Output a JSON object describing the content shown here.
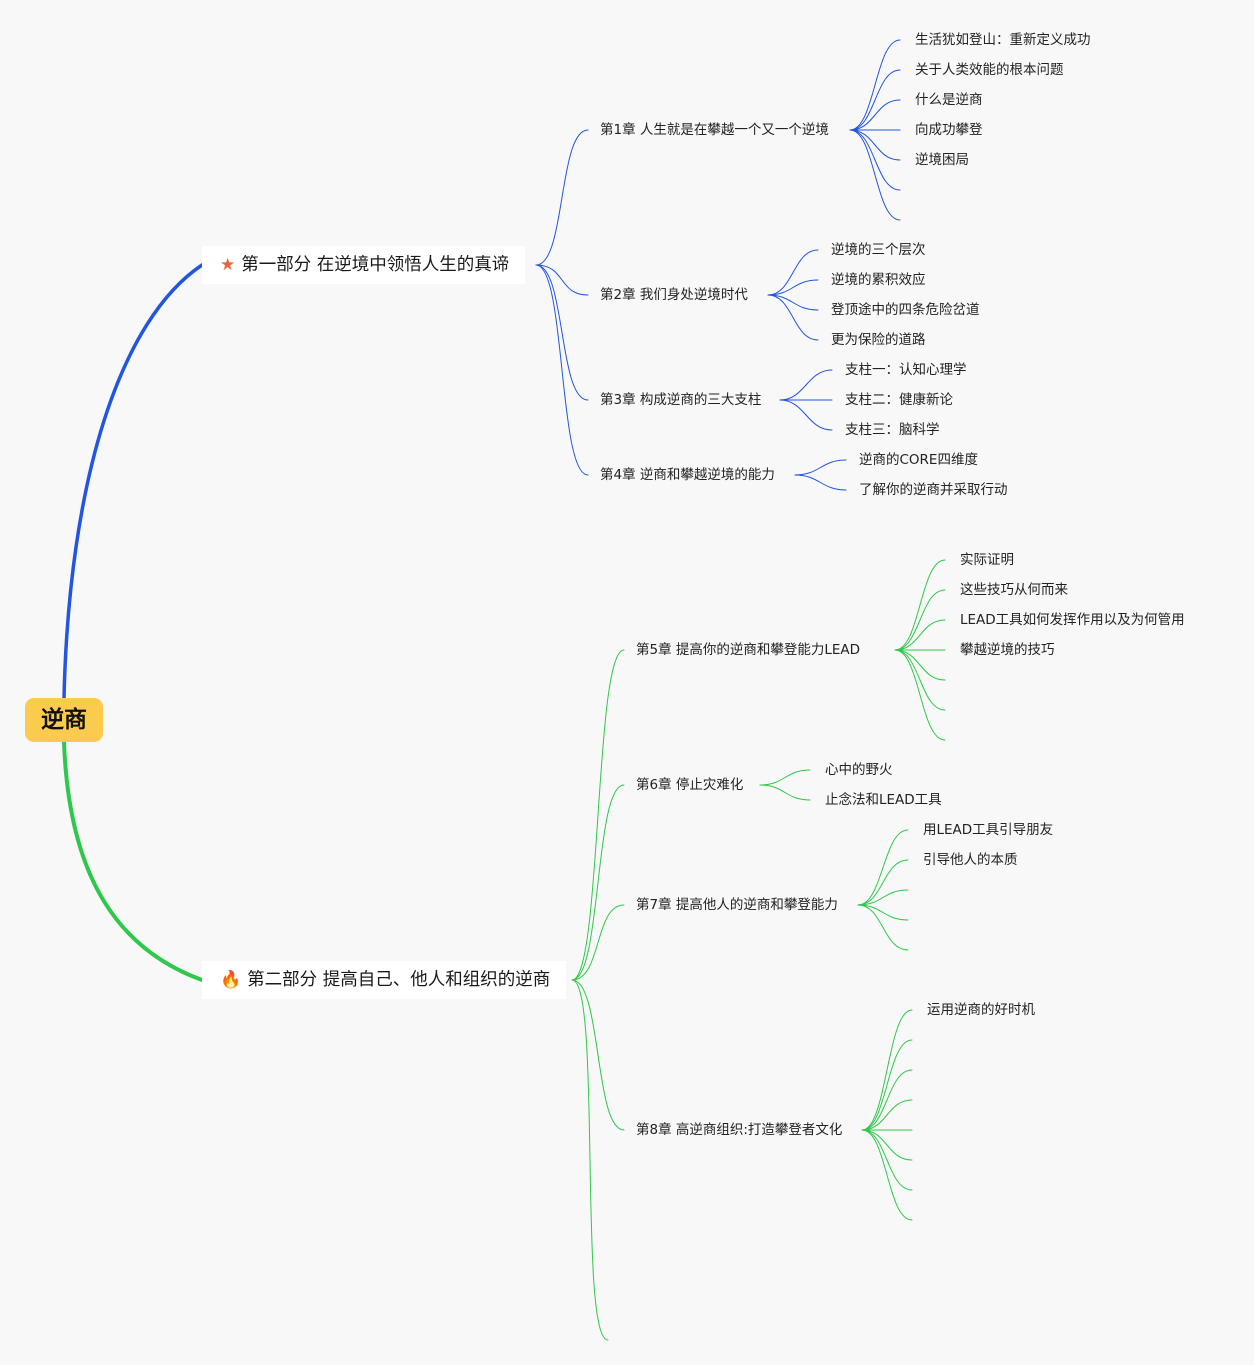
{
  "root": {
    "label": "逆商"
  },
  "colors": {
    "part1": "#2255e0",
    "part2": "#2ec84a",
    "root_fill": "#fbcb4e"
  },
  "parts": [
    {
      "label": "第一部分 在逆境中领悟人生的真谛",
      "icon": "star-icon",
      "chapters": [
        {
          "label": "第1章 人生就是在攀越一个又一个逆境",
          "items": [
            "生活犹如登山：重新定义成功",
            "关于人类效能的根本问题",
            "什么是逆商",
            "向成功攀登",
            "逆境困局",
            "",
            ""
          ]
        },
        {
          "label": "第2章 我们身处逆境时代",
          "items": [
            "逆境的三个层次",
            "逆境的累积效应",
            "登顶途中的四条危险岔道",
            "更为保险的道路"
          ]
        },
        {
          "label": "第3章 构成逆商的三大支柱",
          "items": [
            "支柱一：认知心理学",
            "支柱二：健康新论",
            "支柱三：脑科学"
          ]
        },
        {
          "label": "第4章 逆商和攀越逆境的能力",
          "items": [
            "逆商的CORE四维度",
            "了解你的逆商并采取行动"
          ]
        }
      ]
    },
    {
      "label": "第二部分 提高自己、他人和组织的逆商",
      "icon": "fire-icon",
      "chapters": [
        {
          "label": "第5章 提高你的逆商和攀登能力LEAD",
          "items": [
            "实际证明",
            "这些技巧从何而来",
            "LEAD工具如何发挥作用以及为何管用",
            "攀越逆境的技巧",
            "",
            "",
            ""
          ]
        },
        {
          "label": "第6章 停止灾难化",
          "items": [
            "心中的野火",
            "止念法和LEAD工具"
          ]
        },
        {
          "label": "第7章 提高他人的逆商和攀登能力",
          "items": [
            "用LEAD工具引导朋友",
            "引导他人的本质",
            "",
            "",
            ""
          ]
        },
        {
          "label": "第8章 高逆商组织:打造攀登者文化",
          "items": [
            "运用逆商的好时机",
            "",
            "",
            "",
            "",
            "",
            "",
            ""
          ]
        },
        {
          "label": "",
          "items": []
        }
      ]
    }
  ]
}
